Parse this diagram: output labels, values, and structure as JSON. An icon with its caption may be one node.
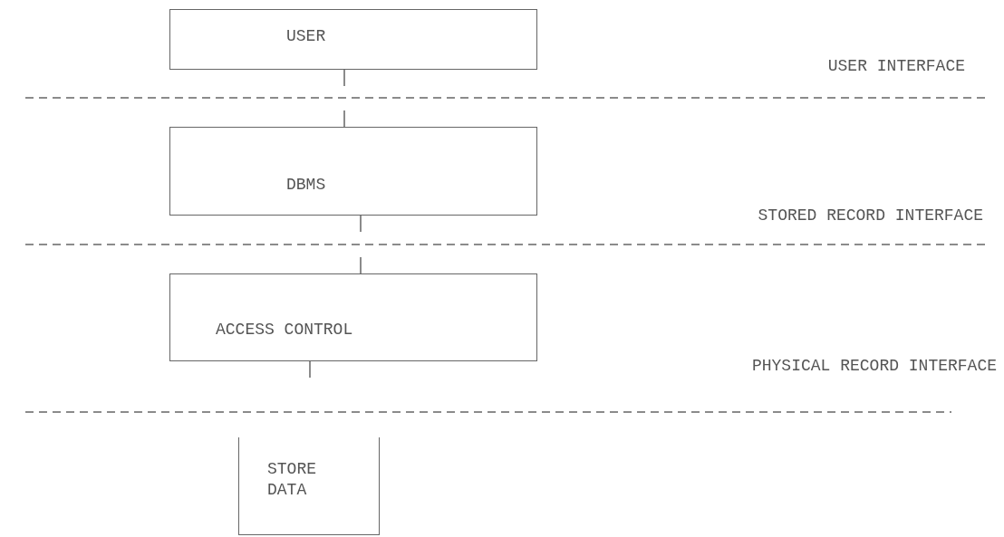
{
  "diagram": {
    "nodes": [
      {
        "text": [
          "USER"
        ]
      },
      {
        "text": [
          "DBMS"
        ]
      },
      {
        "text": [
          "ACCESS CONTROL"
        ]
      },
      {
        "text": [
          "STORE DATA"
        ]
      }
    ],
    "edges": [
      {
        "from": 0,
        "to": 1,
        "arrow": "none"
      },
      {
        "from": 1,
        "to": 2,
        "arrow": "none"
      },
      {
        "from": 2,
        "to": 3,
        "arrow": "none"
      }
    ],
    "labels": [
      "USER INTERFACE",
      "STORED RECORD INTERFACE",
      "PHYSICAL RECORD INTERFACE"
    ]
  }
}
